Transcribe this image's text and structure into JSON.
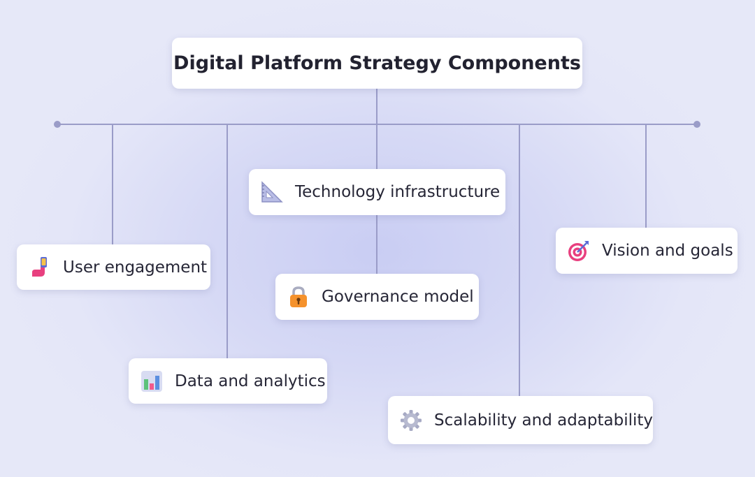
{
  "title": "Digital Platform Strategy Components",
  "nodes": [
    {
      "id": "tech",
      "label": "Technology infrastructure",
      "icon": "triangular-ruler-icon"
    },
    {
      "id": "user",
      "label": "User engagement",
      "icon": "mobile-arm-icon"
    },
    {
      "id": "gov",
      "label": "Governance model",
      "icon": "padlock-icon"
    },
    {
      "id": "data",
      "label": "Data and analytics",
      "icon": "bar-chart-icon"
    },
    {
      "id": "vision",
      "label": "Vision and goals",
      "icon": "target-dart-icon"
    },
    {
      "id": "scale",
      "label": "Scalability and adaptability",
      "icon": "gear-icon"
    }
  ],
  "colors": {
    "connector": "#9a9cc8",
    "card": "#ffffff",
    "text": "#262636"
  }
}
